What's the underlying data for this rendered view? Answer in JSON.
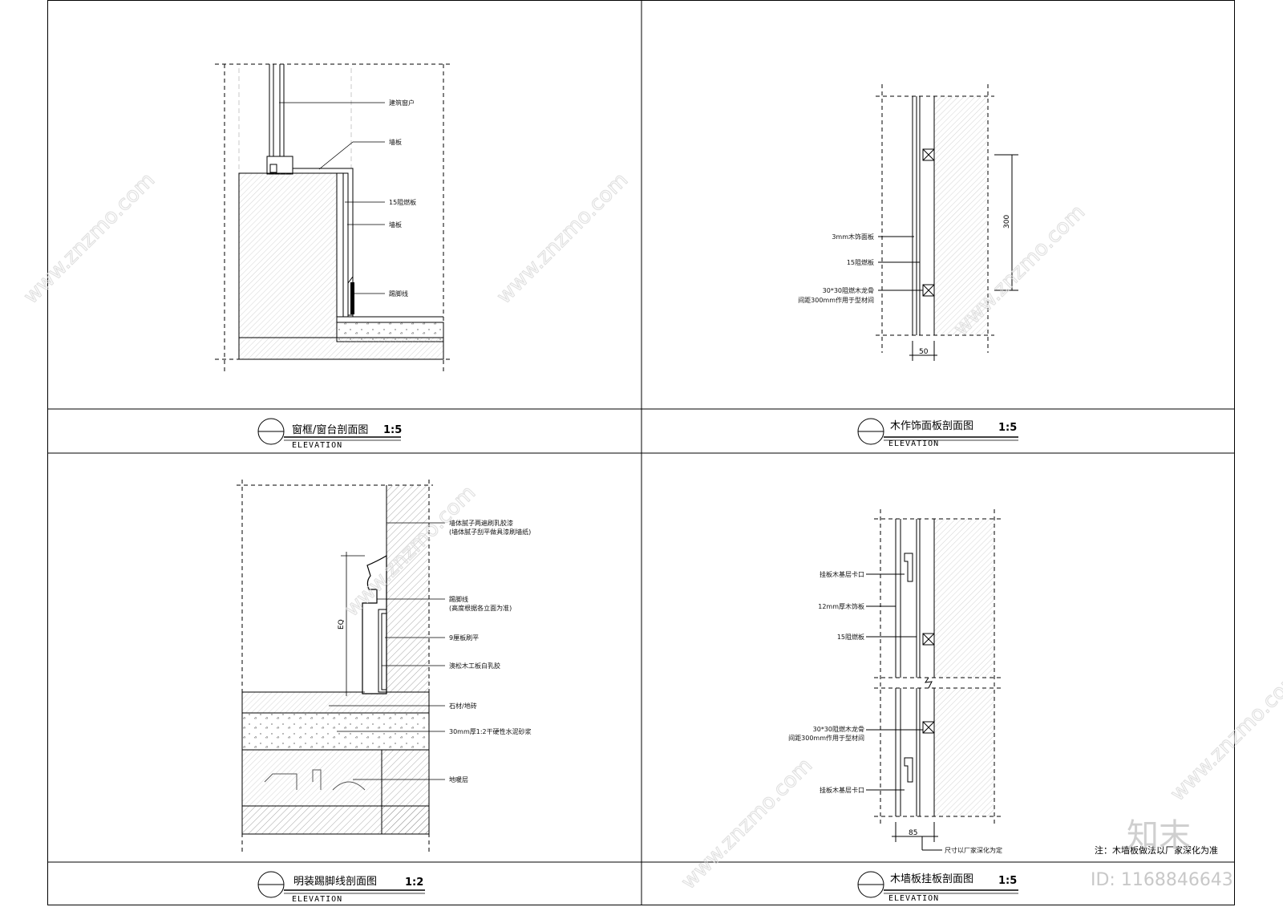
{
  "panels": {
    "p1": {
      "title": "窗框/窗台剖面图",
      "scale": "1:5",
      "subtitle": "ELEVATION",
      "labels": [
        "建筑窗户",
        "墙板",
        "15阻燃板",
        "墙板",
        "踢脚线"
      ]
    },
    "p2": {
      "title": "木作饰面板剖面图",
      "scale": "1:5",
      "subtitle": "ELEVATION",
      "labels": [
        "3mm木饰面板",
        "15阻燃板",
        "30*30阻燃木龙骨",
        "间距300mm作用于型材间"
      ],
      "dims": [
        "300",
        "50"
      ]
    },
    "p3": {
      "title": "明装踢脚线剖面图",
      "scale": "1:2",
      "subtitle": "ELEVATION",
      "labels": [
        "墙体腻子两遍刷乳胶漆",
        "(墙体腻子刮平做具漆刷墙纸)",
        "踢脚线",
        "(高度根据各立面为准)",
        "9厘板刷平",
        "澳松木工板白乳胶",
        "石材/地砖",
        "30mm厚1:2干硬性水泥砂浆",
        "地暖层"
      ],
      "dims": [
        "EQ"
      ]
    },
    "p4": {
      "title": "木墙板挂板剖面图",
      "scale": "1:5",
      "subtitle": "ELEVATION",
      "labels": [
        "挂板木基层卡口",
        "12mm厚木饰板",
        "15阻燃板",
        "30*30阻燃木龙骨",
        "间距300mm作用于型材间",
        "挂板木基层卡口",
        "尺寸以厂家深化为定"
      ],
      "dims": [
        "85"
      ],
      "note": "注：木墙板做法以厂家深化为准"
    }
  },
  "watermark": {
    "text": "www.znzmo.com",
    "brand": "知末",
    "id": "ID: 1168846643"
  }
}
